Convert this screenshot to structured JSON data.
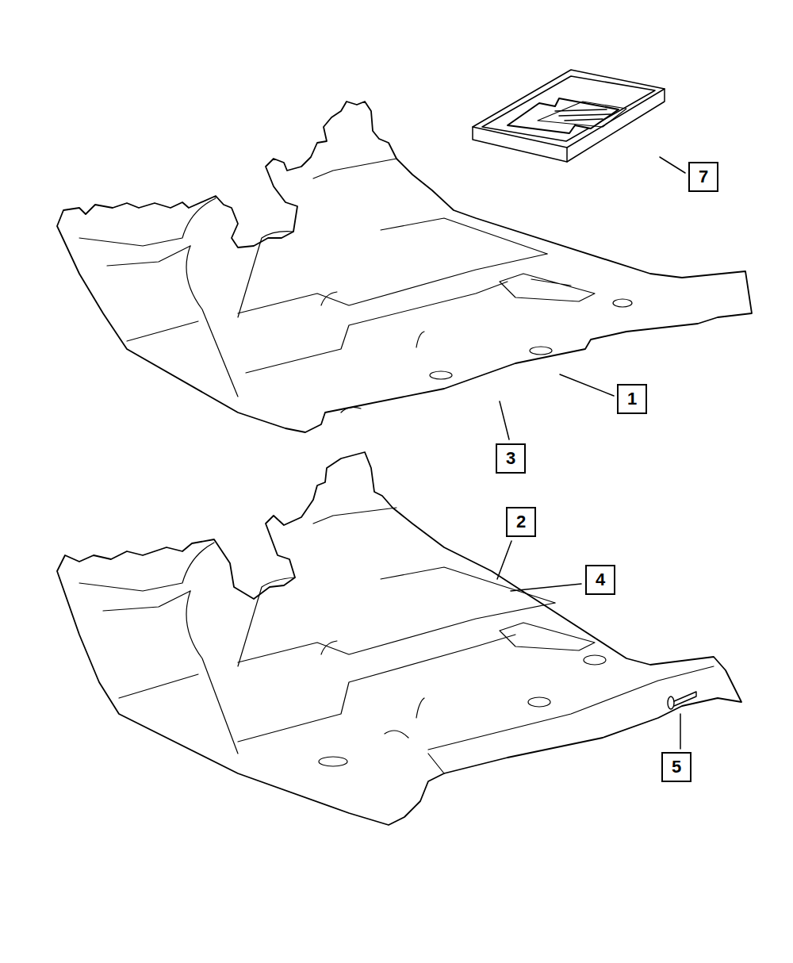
{
  "diagram": {
    "nodes": [
      {
        "text": [
          "7"
        ]
      },
      {
        "text": [
          "1"
        ]
      },
      {
        "text": [
          "3"
        ]
      },
      {
        "text": [
          "2"
        ]
      },
      {
        "text": [
          "4"
        ]
      },
      {
        "text": [
          "5"
        ]
      }
    ]
  }
}
